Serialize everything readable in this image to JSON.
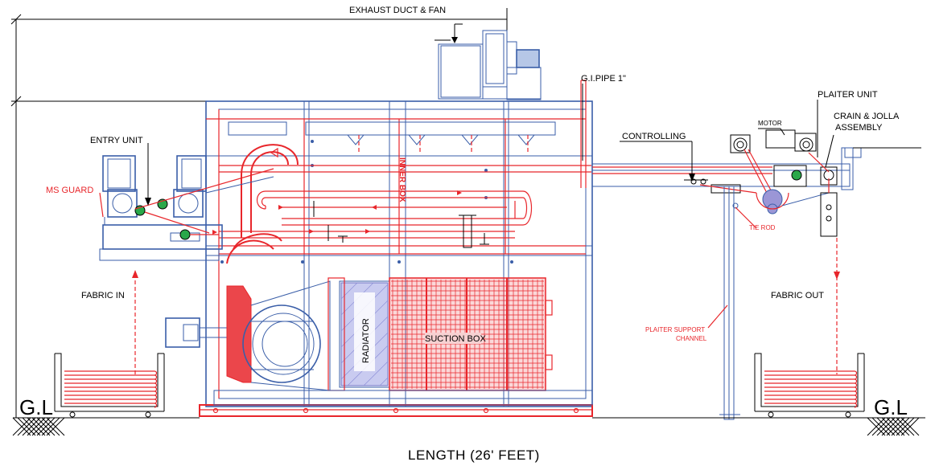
{
  "diagram": {
    "labels": {
      "exhaust": "EXHAUST DUCT & FAN",
      "gi_pipe": "G.I.PIPE 1\"",
      "plaiter_unit": "PLAITER UNIT",
      "motor": "MOTOR",
      "crain_jolla_1": "CRAIN & JOLLA",
      "crain_jolla_2": "ASSEMBLY",
      "controlling": "CONTROLLING",
      "entry_unit": "ENTRY UNIT",
      "ms_guard": "MS GUARD",
      "tie_rod": "TIE ROD",
      "fabric_in": "FABRIC IN",
      "fabric_out": "FABRIC OUT",
      "plaiter_support_1": "PLAITER SUPPORT",
      "plaiter_support_2": "CHANNEL",
      "radiator": "RADIATOR",
      "suction_box": "SUCTION BOX",
      "inner_box": "INNER BOX",
      "gl_left": "G.L",
      "gl_right": "G.L",
      "length": "LENGTH (26' FEET)"
    },
    "colors": {
      "frame_blue": "#3a5ea8",
      "duct_red": "#e8262b",
      "ink_black": "#000000"
    }
  }
}
